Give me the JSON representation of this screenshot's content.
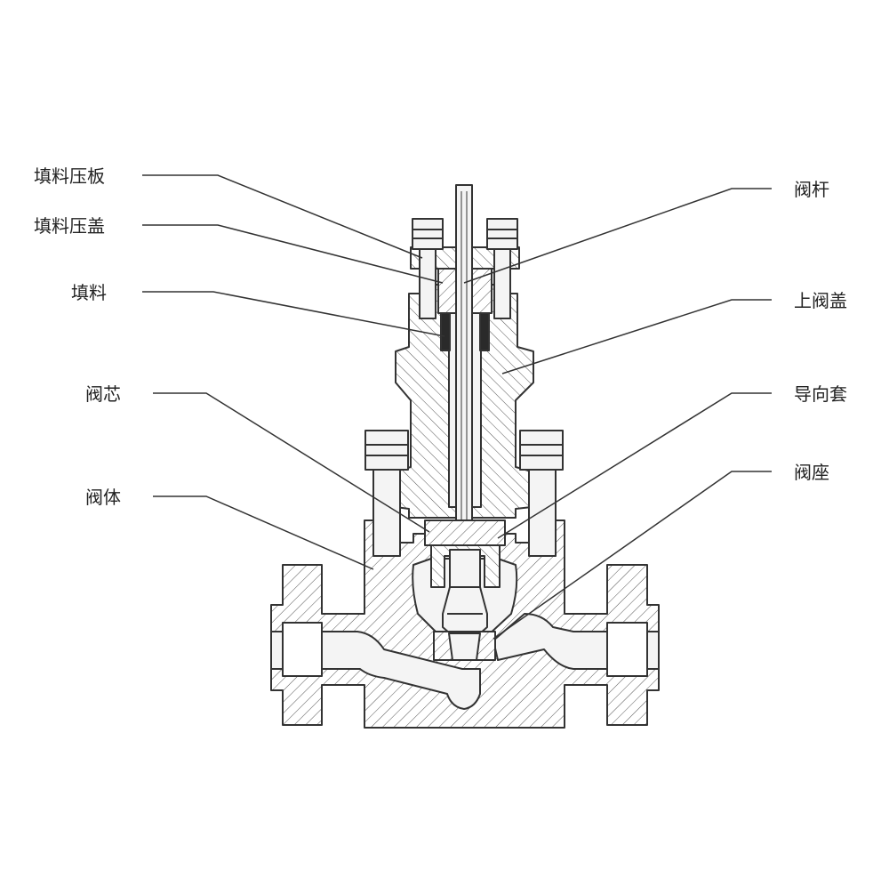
{
  "labels_left": [
    {
      "id": "packing-plate",
      "text": "填料压板"
    },
    {
      "id": "packing-gland",
      "text": "填料压盖"
    },
    {
      "id": "packing",
      "text": "填料"
    },
    {
      "id": "valve-plug",
      "text": "阀芯"
    },
    {
      "id": "valve-body",
      "text": "阀体"
    }
  ],
  "labels_right": [
    {
      "id": "valve-stem",
      "text": "阀杆"
    },
    {
      "id": "upper-bonnet",
      "text": "上阀盖"
    },
    {
      "id": "guide-sleeve",
      "text": "导向套"
    },
    {
      "id": "valve-seat",
      "text": "阀座"
    }
  ],
  "colors": {
    "line": "#333333",
    "fill": "#f4f4f4",
    "hatch": "#555555",
    "text": "#222222"
  }
}
